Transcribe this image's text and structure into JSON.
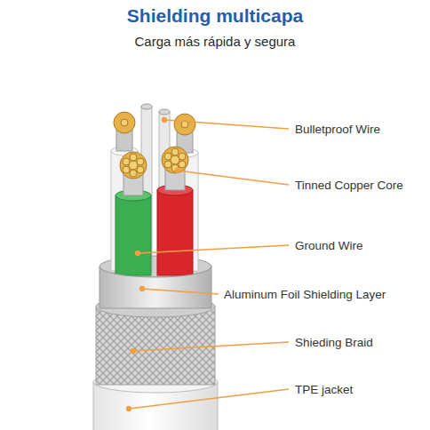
{
  "diagram": {
    "title": "Shielding multicapa",
    "labels": [
      "Carga más rápida y segura",
      "Bulletproof Wire",
      "Tinned Copper Core",
      "Ground Wire",
      "Aluminum Foil Shielding Layer",
      "Shieding Braid",
      "TPE jacket"
    ]
  }
}
